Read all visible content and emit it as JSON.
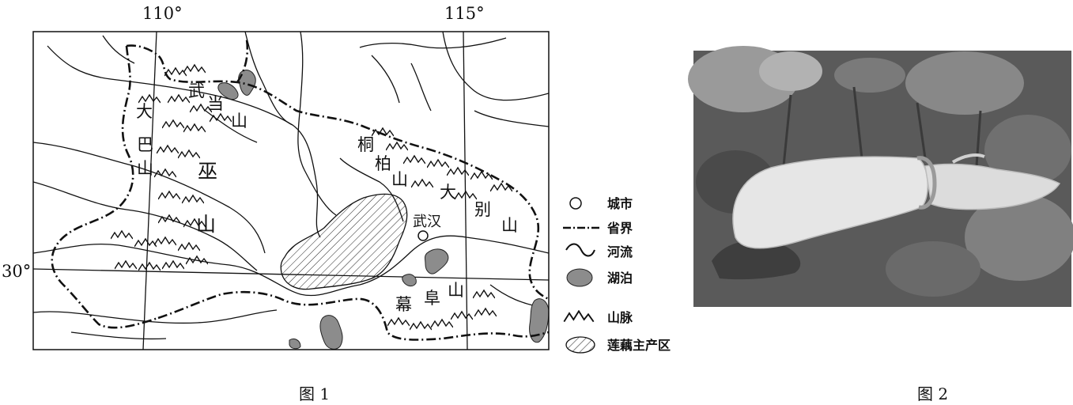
{
  "figure1": {
    "caption": "图 1",
    "lon_labels": [
      "110°",
      "115°"
    ],
    "lat_label": "30°",
    "mountains": {
      "wudang": [
        "武",
        "当",
        "山"
      ],
      "daba": [
        "大",
        "巴",
        "山"
      ],
      "wushan": [
        "巫",
        "山"
      ],
      "tongbai": [
        "桐",
        "柏",
        "山"
      ],
      "dabie": [
        "大",
        "别",
        "山"
      ],
      "mufu": [
        "幕",
        "阜",
        "山"
      ]
    },
    "city": "武汉",
    "legend": [
      {
        "label": "城市",
        "icon": "city-circle-icon"
      },
      {
        "label": "省界",
        "icon": "province-border-icon"
      },
      {
        "label": "河流",
        "icon": "river-icon"
      },
      {
        "label": "湖泊",
        "icon": "lake-icon"
      },
      {
        "label": "山脉",
        "icon": "mountain-icon"
      },
      {
        "label": "莲藕主产区",
        "icon": "lotus-root-area-icon"
      }
    ]
  },
  "figure2": {
    "caption": "图 2",
    "subject": "lotus-root-photo"
  },
  "colors": {
    "ink": "#111111",
    "lake": "#8c8c8c",
    "photo_bg": "#5a5a5a",
    "lotus_root": "#e6e6e6"
  }
}
